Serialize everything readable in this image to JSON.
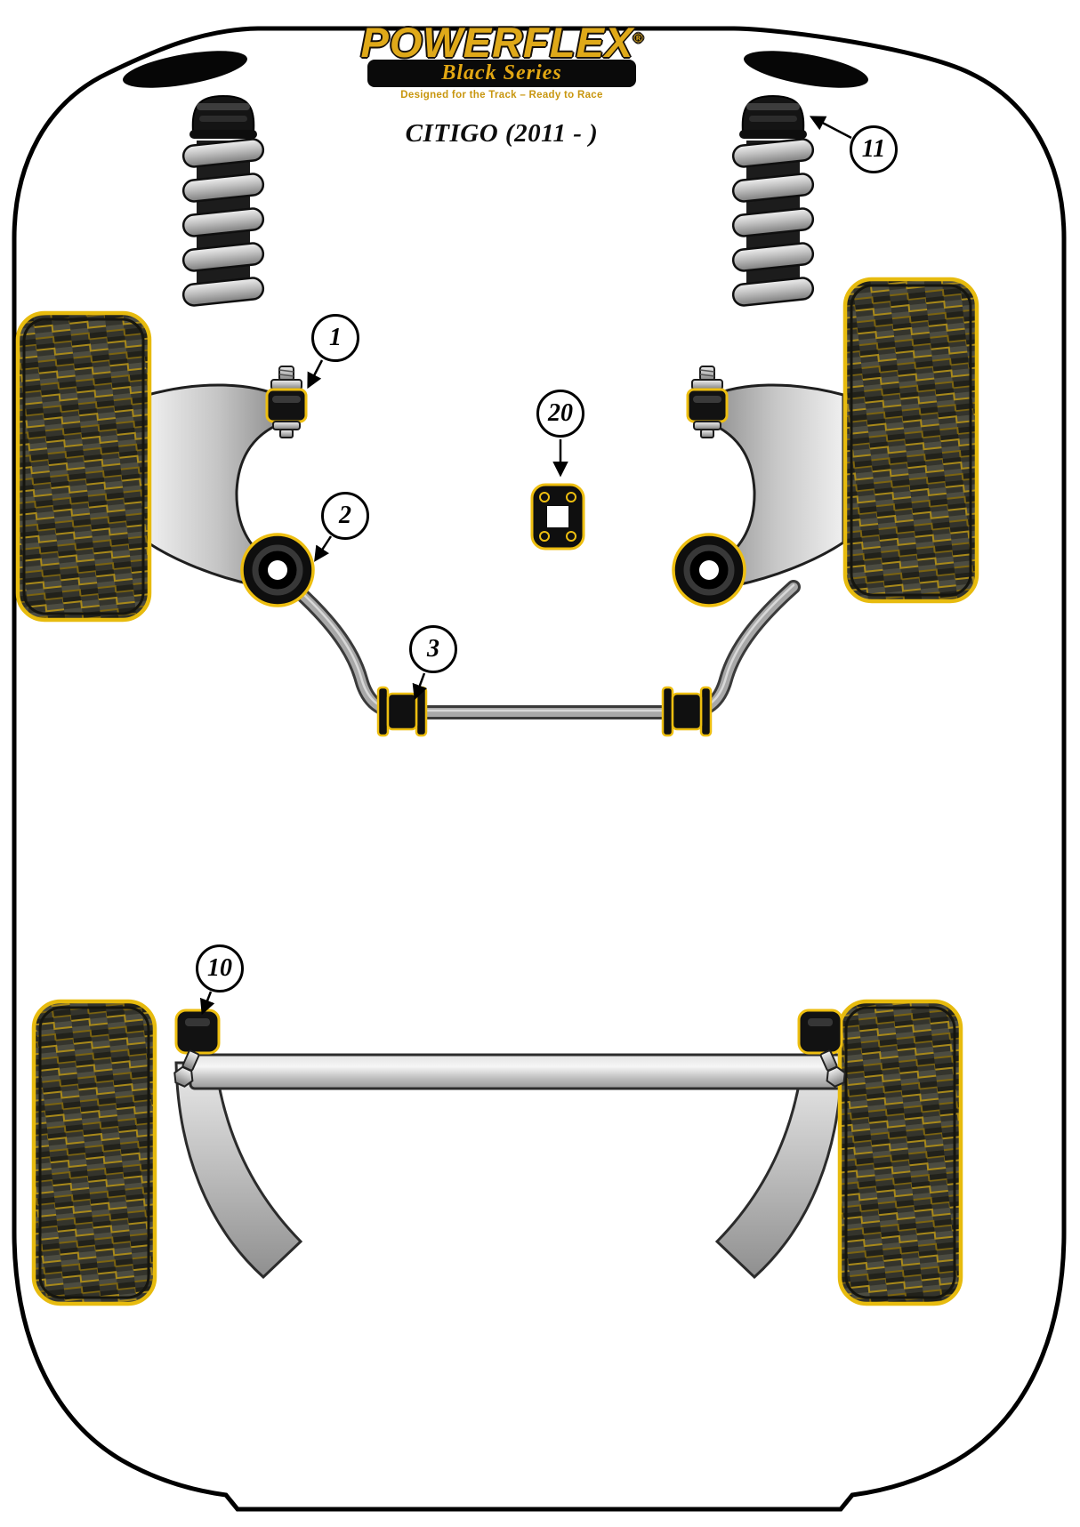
{
  "brand_header": {
    "brand": "POWERFLEX",
    "brand_registered": "®",
    "series_banner": "Black Series",
    "tagline": "Designed for the Track – Ready to Race",
    "vehicle_model": "CITIGO (2011 - )"
  },
  "callouts": [
    {
      "label": "1"
    },
    {
      "label": "2"
    },
    {
      "label": "3"
    },
    {
      "label": "10"
    },
    {
      "label": "11"
    },
    {
      "label": "20"
    }
  ],
  "colors": {
    "accent_yellow": "#EDBE10",
    "logo_gold": "#DFA919",
    "banner_background": "#0A0A0A",
    "diagram_outline": "#000000",
    "page_background": "#FFFFFF"
  }
}
